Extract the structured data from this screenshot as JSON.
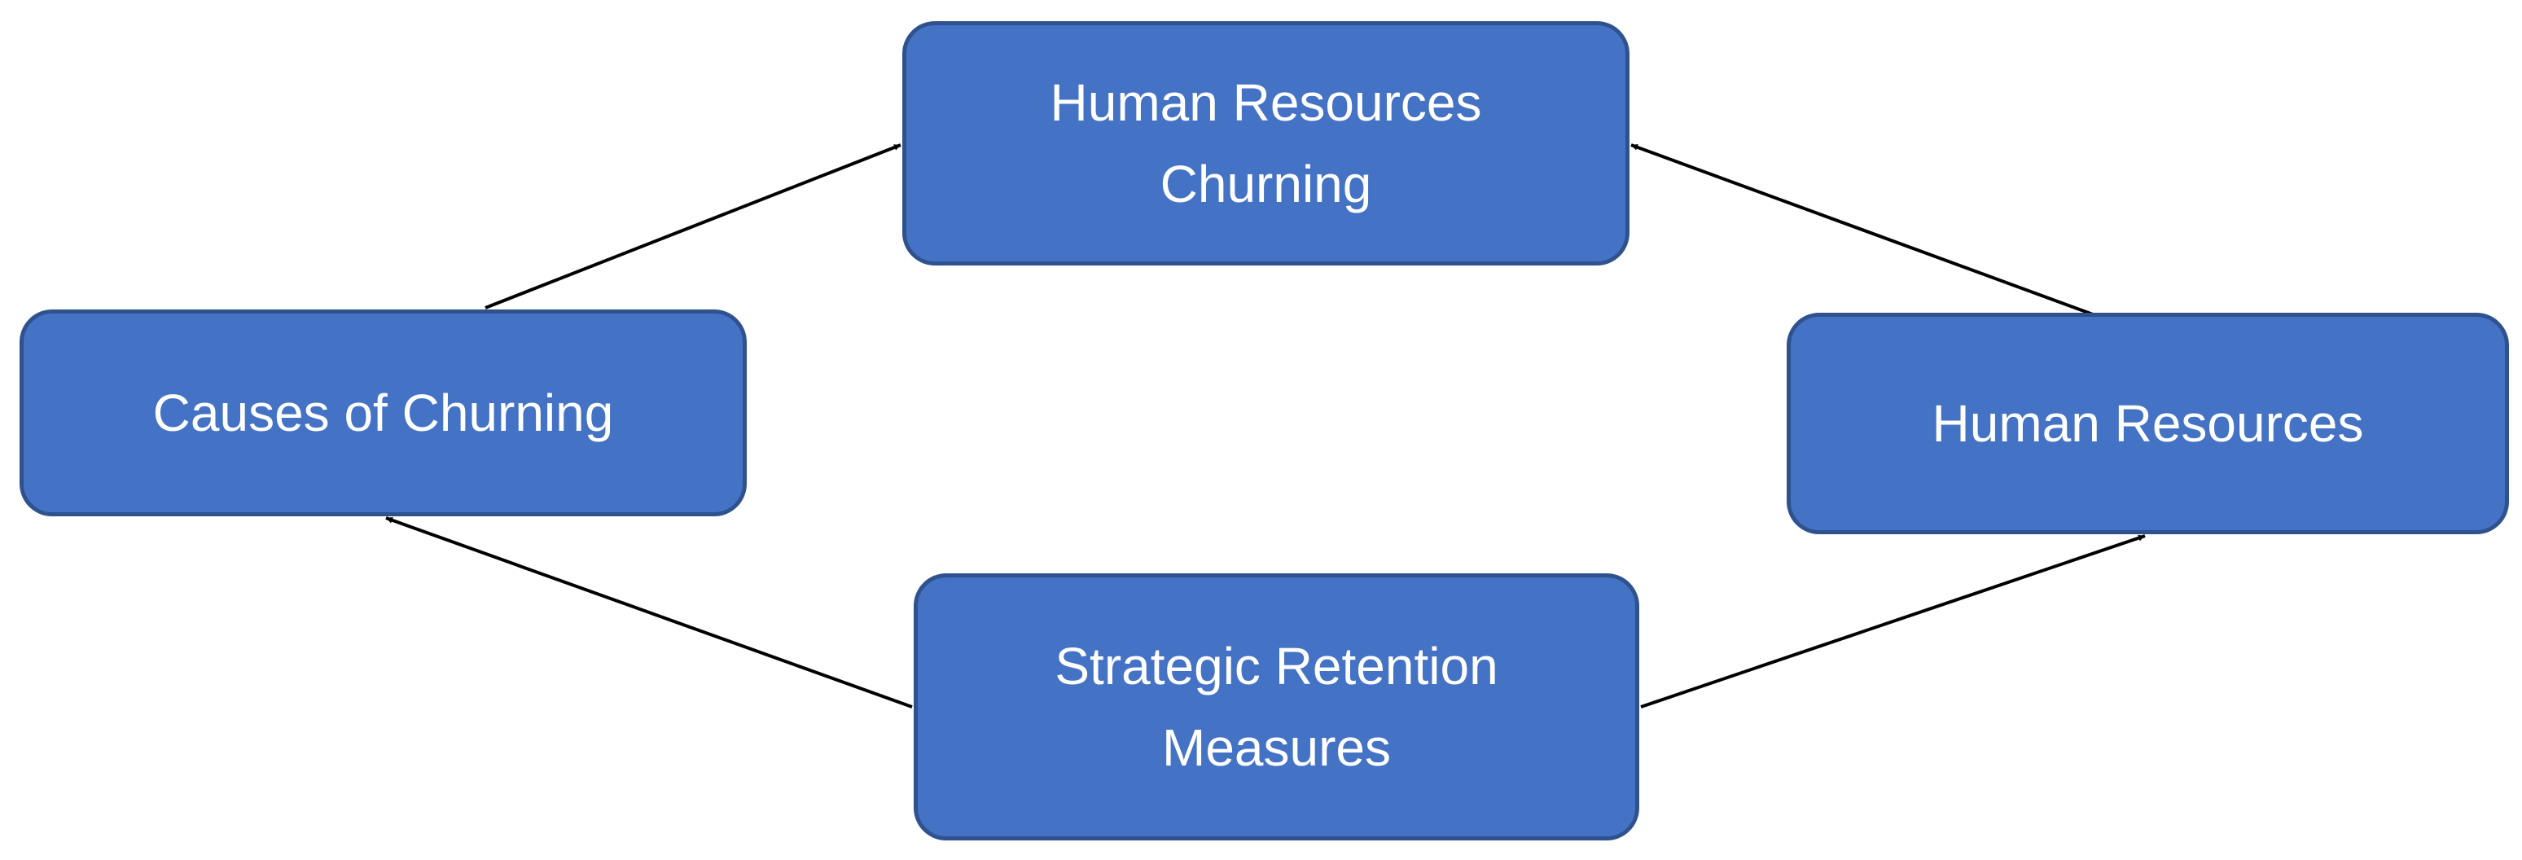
{
  "diagram": {
    "nodes": [
      {
        "id": "hr-churning",
        "label": "Human Resources\nChurning"
      },
      {
        "id": "causes",
        "label": "Causes of Churning"
      },
      {
        "id": "hr",
        "label": "Human Resources"
      },
      {
        "id": "retention",
        "label": "Strategic Retention\nMeasures"
      }
    ],
    "edges": [
      {
        "from": "causes",
        "to": "hr-churning"
      },
      {
        "from": "hr",
        "to": "hr-churning"
      },
      {
        "from": "retention",
        "to": "causes"
      },
      {
        "from": "retention",
        "to": "hr"
      }
    ],
    "colors": {
      "node_fill": "#4472c4",
      "node_border": "#2f528f",
      "node_text": "#ffffff",
      "arrow": "#000000"
    }
  }
}
